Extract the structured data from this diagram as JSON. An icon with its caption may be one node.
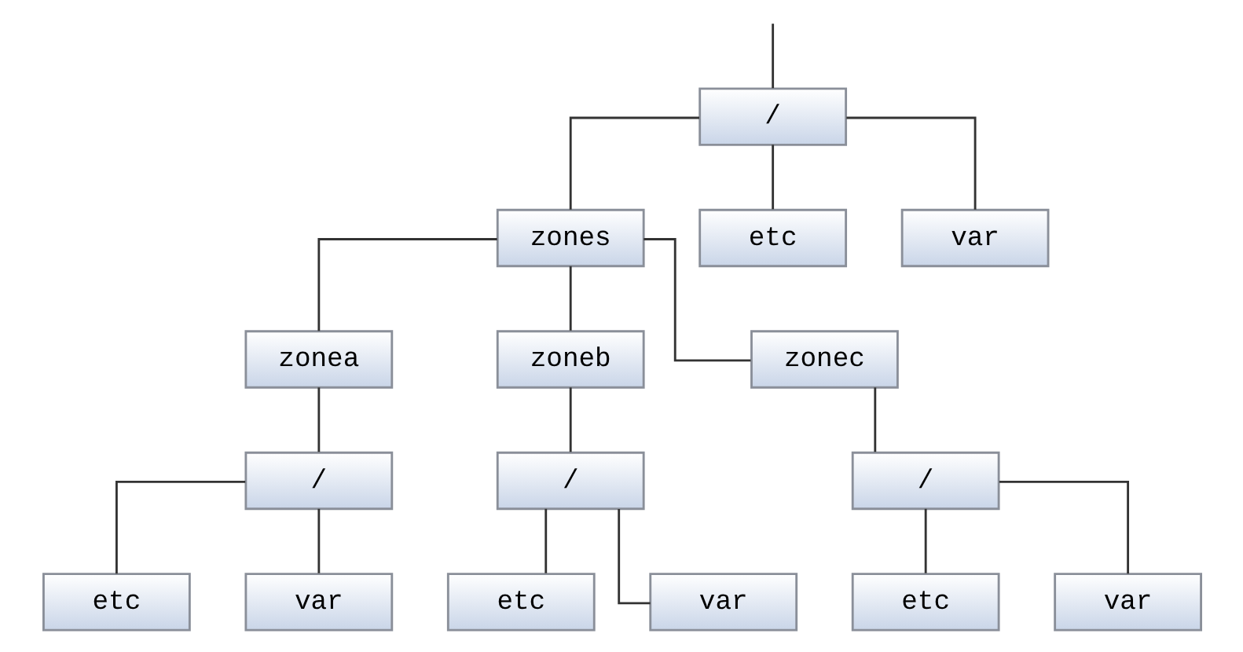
{
  "diagram": {
    "nodes": [
      {
        "text": [
          "/"
        ]
      },
      {
        "text": [
          "zones"
        ]
      },
      {
        "text": [
          "etc"
        ]
      },
      {
        "text": [
          "var"
        ]
      },
      {
        "text": [
          "zonea"
        ]
      },
      {
        "text": [
          "zoneb"
        ]
      },
      {
        "text": [
          "zonec"
        ]
      },
      {
        "text": [
          "/"
        ]
      },
      {
        "text": [
          "/"
        ]
      },
      {
        "text": [
          "/"
        ]
      },
      {
        "text": [
          "etc"
        ]
      },
      {
        "text": [
          "var"
        ]
      },
      {
        "text": [
          "etc"
        ]
      },
      {
        "text": [
          "var"
        ]
      },
      {
        "text": [
          "etc"
        ]
      },
      {
        "text": [
          "var"
        ]
      }
    ],
    "edges": [
      {
        "from": null,
        "to": 0,
        "arrow": "none"
      },
      {
        "from": 0,
        "to": 1,
        "arrow": "none"
      },
      {
        "from": 0,
        "to": 2,
        "arrow": "none"
      },
      {
        "from": 0,
        "to": 3,
        "arrow": "none"
      },
      {
        "from": 1,
        "to": 4,
        "arrow": "none"
      },
      {
        "from": 1,
        "to": 5,
        "arrow": "none"
      },
      {
        "from": 1,
        "to": 6,
        "arrow": "none"
      },
      {
        "from": 4,
        "to": 7,
        "arrow": "none"
      },
      {
        "from": 5,
        "to": 8,
        "arrow": "none"
      },
      {
        "from": 6,
        "to": 9,
        "arrow": "none"
      },
      {
        "from": 7,
        "to": 10,
        "arrow": "none"
      },
      {
        "from": 7,
        "to": 11,
        "arrow": "none"
      },
      {
        "from": 8,
        "to": 12,
        "arrow": "none"
      },
      {
        "from": 8,
        "to": 13,
        "arrow": "none"
      },
      {
        "from": 9,
        "to": 14,
        "arrow": "none"
      },
      {
        "from": 9,
        "to": 15,
        "arrow": "none"
      }
    ]
  }
}
